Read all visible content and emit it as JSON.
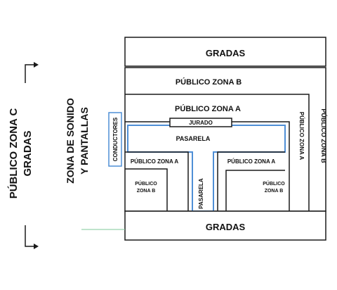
{
  "labels": {
    "gradas_top": "GRADAS",
    "gradas_bottom": "GRADAS",
    "publico_zona_b_top": "PÚBLICO ZONA B",
    "publico_zona_a_top": "PÚBLICO ZONA A",
    "jurado": "JURADO",
    "pasarela_horizontal": "PASARELA",
    "pasarela_vertical": "PASARELA",
    "conductores": "CONDUCTORES",
    "publico_zona_a_right_vertical": "PÚBLICO ZONA A",
    "publico_zona_b_right_vertical": "PÚBLICO ZONA B",
    "publico_zona_a_left": "PÚBLICO ZONA A",
    "publico_zona_b_left_line1": "PÚBLICO",
    "publico_zona_b_left_line2": "ZONA B",
    "publico_zona_a_right": "PÚBLICO ZONA A",
    "publico_zona_b_right_line1": "PÚBLICO",
    "publico_zona_b_right_line2": "ZONA B",
    "publico_zona_c_line1": "PÚBLICO ZONA C",
    "publico_zona_c_line2": "GRADAS",
    "zona_sonido_line1": "ZONA DE SONIDO",
    "zona_sonido_line2": "Y PANTALLAS"
  },
  "colors": {
    "outline": "#1a1a1a",
    "pasarela_outline": "#4f8fd6",
    "connector_line": "#7fc99a"
  }
}
